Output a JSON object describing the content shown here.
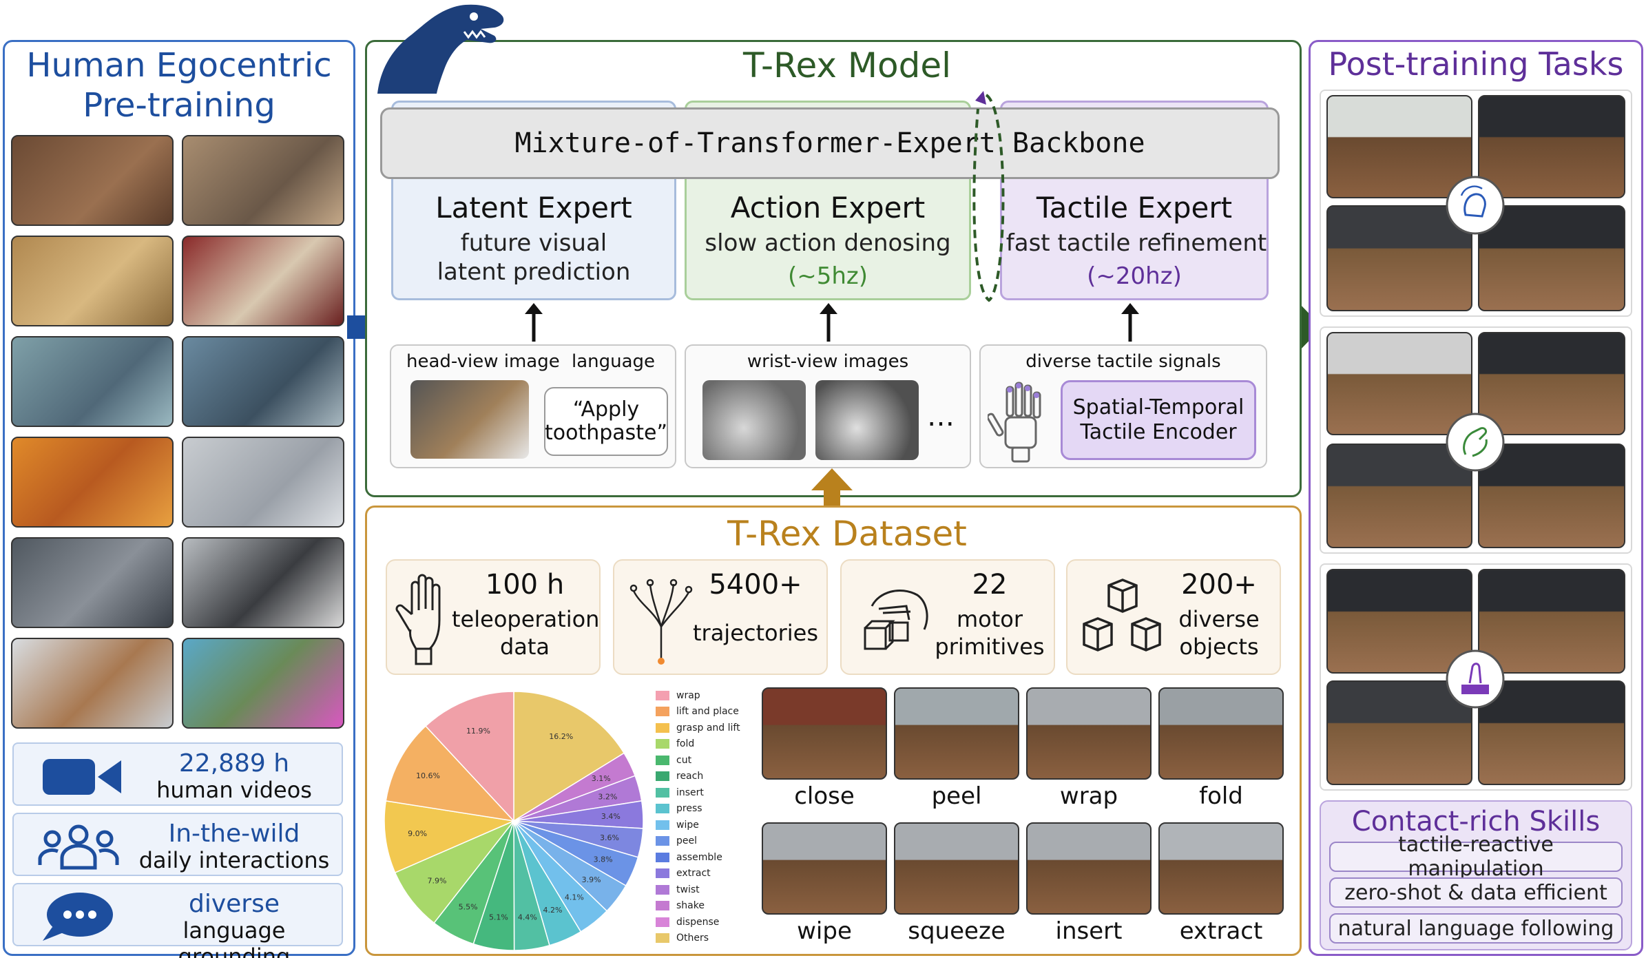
{
  "left": {
    "title_line1": "Human Egocentric",
    "title_line2": "Pre-training",
    "stats": [
      {
        "icon": "video-camera-icon",
        "value": "22,889 h",
        "label": "human videos"
      },
      {
        "icon": "people-icon",
        "value": "In-the-wild",
        "label": "daily interactions"
      },
      {
        "icon": "speech-bubble-icon",
        "value": "diverse",
        "label": "language grounding"
      }
    ]
  },
  "model": {
    "title": "T-Rex Model",
    "backbone": "Mixture-of-Transformer-Expert Backbone",
    "experts": [
      {
        "name": "Latent Expert",
        "line1": "future visual",
        "line2": "latent prediction",
        "rate": ""
      },
      {
        "name": "Action Expert",
        "line1": "slow action denosing",
        "line2": "",
        "rate": "(~5hz)"
      },
      {
        "name": "Tactile Expert",
        "line1": "fast tactile refinement",
        "line2": "",
        "rate": "(~20hz)"
      }
    ],
    "inputs": {
      "head_label": "head-view image",
      "language_label": "language",
      "quote": "“Apply toothpaste”",
      "wrist_label": "wrist-view images",
      "ellipsis": "…",
      "tactile_label": "diverse tactile signals",
      "encoder_line1": "Spatial-Temporal",
      "encoder_line2": "Tactile Encoder"
    }
  },
  "dataset": {
    "title": "T-Rex Dataset",
    "stats": [
      {
        "icon": "robot-hand-icon",
        "value": "100 h",
        "line1": "teleoperation",
        "line2": "data"
      },
      {
        "icon": "trajectory-tree-icon",
        "value": "5400+",
        "line1": "trajectories",
        "line2": ""
      },
      {
        "icon": "hand-grasp-cubes-icon",
        "value": "22",
        "line1": "motor",
        "line2": "primitives"
      },
      {
        "icon": "cubes-icon",
        "value": "200+",
        "line1": "diverse",
        "line2": "objects"
      }
    ],
    "skills": [
      "close",
      "peel",
      "wrap",
      "fold",
      "wipe",
      "squeeze",
      "insert",
      "extract"
    ]
  },
  "chart_data": {
    "type": "pie",
    "categories": [
      "wrap",
      "lift and place",
      "grasp and lift",
      "fold",
      "cut",
      "reach",
      "insert",
      "press",
      "wipe",
      "peel",
      "assemble",
      "extract",
      "twist",
      "shake",
      "dispense",
      "Others"
    ],
    "slices_clockwise_from_top": [
      16.2,
      3.1,
      3.2,
      3.4,
      3.6,
      3.8,
      3.9,
      4.1,
      4.2,
      4.4,
      5.1,
      5.5,
      7.9,
      9.0,
      10.6,
      11.9
    ],
    "labels": [
      "16.2%",
      "3.1%",
      "3.2%",
      "3.4%",
      "3.6%",
      "3.8%",
      "3.9%",
      "4.1%",
      "4.2%",
      "4.4%",
      "5.1%",
      "5.5%",
      "7.9%",
      "9.0%",
      "10.6%",
      "11.9%"
    ],
    "colors": [
      "#e8c86a",
      "#c47ad0",
      "#b079d6",
      "#8b79dd",
      "#7d87e0",
      "#6b93e6",
      "#78b2ea",
      "#72c0ec",
      "#5bc3cf",
      "#52c0a3",
      "#45b87e",
      "#58c278",
      "#a8d86a",
      "#f2c850",
      "#f4b062",
      "#f0a0a8"
    ],
    "legend_colors": [
      "#f4a0b0",
      "#f4a25e",
      "#f4c04e",
      "#a8d86a",
      "#4ab86e",
      "#3aa870",
      "#52c0a3",
      "#5bc3cf",
      "#72c0ec",
      "#6b93e6",
      "#5b7ce0",
      "#8b79dd",
      "#b079d6",
      "#c47ad0",
      "#d884d8",
      "#e8c86a"
    ]
  },
  "right": {
    "title": "Post-training Tasks",
    "skills_title": "Contact-rich Skills",
    "skills": [
      "tactile-reactive manipulation",
      "zero-shot & data efficient",
      "natural language following"
    ]
  },
  "colors": {
    "blue": "#1d4e9e",
    "green": "#2d5a27",
    "gold": "#b9811d",
    "purple": "#5e2f99"
  }
}
